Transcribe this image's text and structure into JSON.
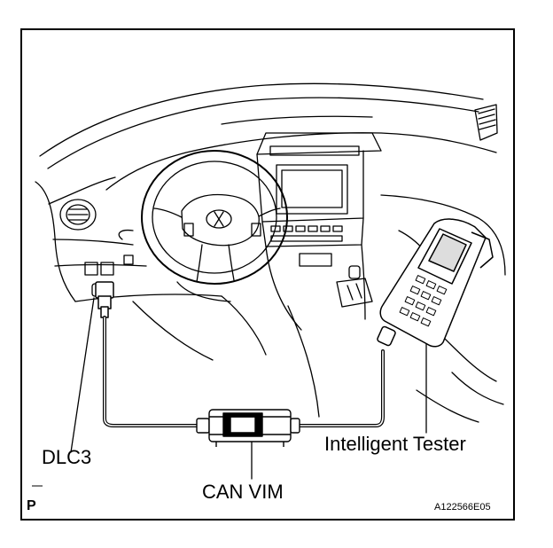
{
  "labels": {
    "dlc3": "DLC3",
    "can_vim": "CAN VIM",
    "intelligent_tester": "Intelligent Tester",
    "corner_mark": "P",
    "figure_code": "A122566E05"
  },
  "colors": {
    "line": "#000000",
    "background": "#ffffff"
  }
}
